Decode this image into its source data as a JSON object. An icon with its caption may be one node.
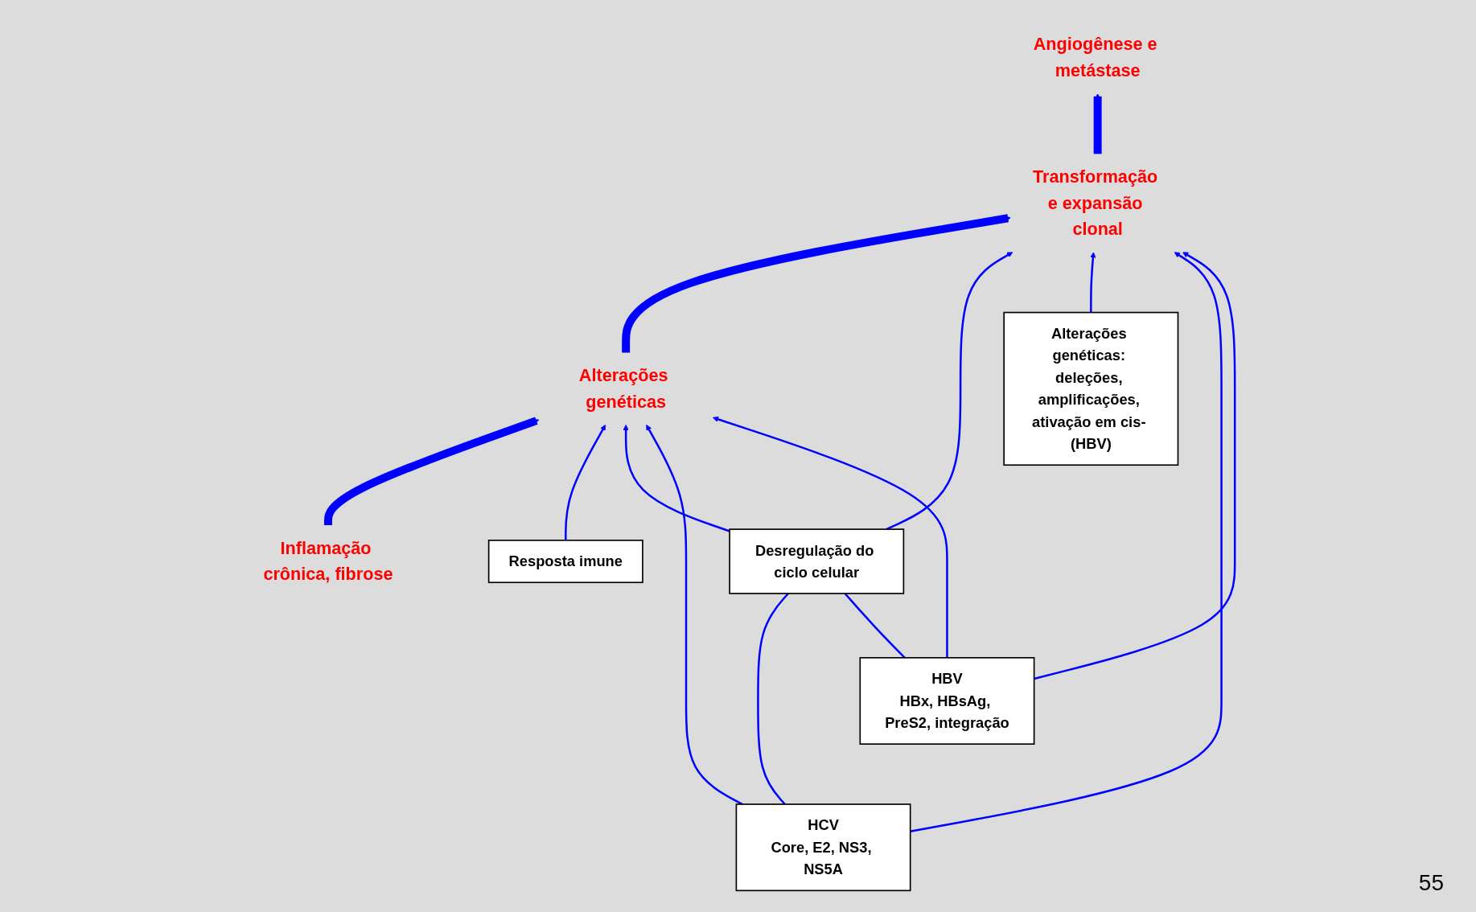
{
  "diagram": {
    "nodes": [
      {
        "text": [
          "Inflamação crônica, fibrose"
        ]
      },
      {
        "text": [
          "Alterações genéticas"
        ]
      },
      {
        "text": [
          "Transformação e expansão clonal"
        ]
      },
      {
        "text": [
          "Angiogênese e metástase"
        ]
      },
      {
        "text": [
          "Resposta imune"
        ]
      },
      {
        "text": [
          "Desregulação do ciclo celular"
        ]
      },
      {
        "text": [
          "Alterações genéticas: deleções, amplificações, ativação em cis- (HBV)"
        ]
      },
      {
        "text": [
          "HCV",
          "Core, E2, NS3, NS5A"
        ]
      },
      {
        "text": [
          "HBV",
          "HBx, HBsAg, PreS2, integração"
        ]
      }
    ],
    "edges": [
      {
        "from": 0,
        "to": 1,
        "arrow": "to",
        "style": "thick"
      },
      {
        "from": 1,
        "to": 2,
        "arrow": "to",
        "style": "thick"
      },
      {
        "from": 2,
        "to": 3,
        "arrow": "to",
        "style": "thick"
      },
      {
        "from": 4,
        "to": 1,
        "arrow": "to"
      },
      {
        "from": 5,
        "to": 1,
        "arrow": "to"
      },
      {
        "from": 5,
        "to": 2,
        "arrow": "to"
      },
      {
        "from": 6,
        "to": 2,
        "arrow": "to"
      },
      {
        "from": 7,
        "to": 1,
        "arrow": "to"
      },
      {
        "from": 7,
        "to": 2,
        "arrow": "to"
      },
      {
        "from": 8,
        "to": 1,
        "arrow": "to"
      },
      {
        "from": 8,
        "to": 2,
        "arrow": "to"
      },
      {
        "from": 7,
        "to": 5,
        "arrow": "none"
      },
      {
        "from": 8,
        "to": 5,
        "arrow": "none"
      }
    ],
    "labels": [
      "55"
    ]
  }
}
